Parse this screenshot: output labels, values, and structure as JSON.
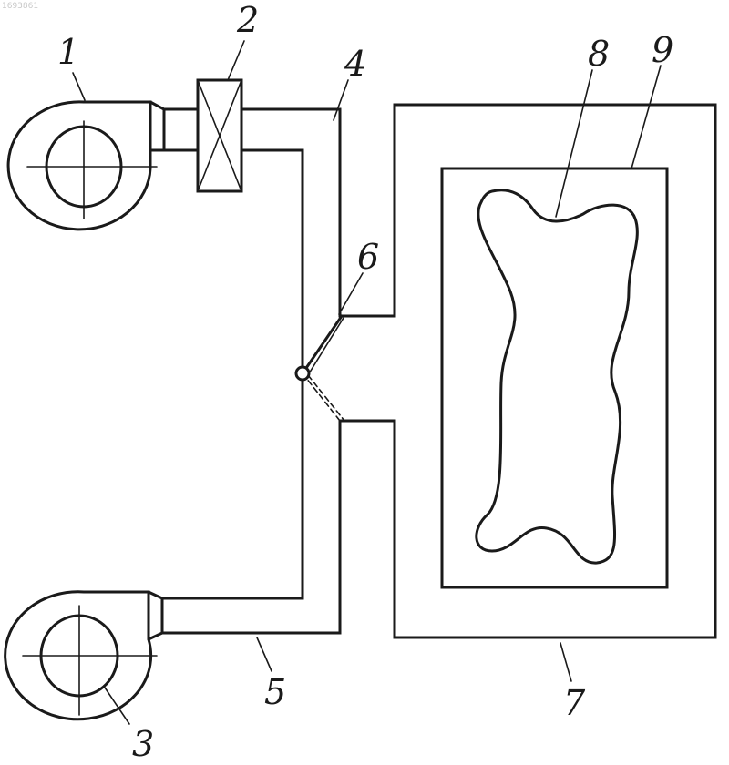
{
  "watermark": "1693861",
  "labels": {
    "l1": "1",
    "l2": "2",
    "l3": "3",
    "l4": "4",
    "l5": "5",
    "l6": "6",
    "l7": "7",
    "l8": "8",
    "l9": "9"
  },
  "colors": {
    "ink": "#1a1a1a",
    "paper": "#ffffff"
  }
}
